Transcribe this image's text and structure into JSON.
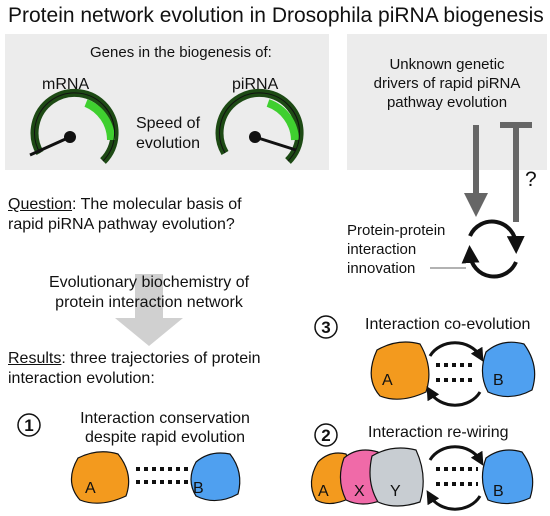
{
  "title": "Protein network evolution in Drosophila piRNA biogenesis",
  "gene_panel": {
    "heading": "Genes in the biogenesis of:",
    "gauge_left_label": "mRNA",
    "gauge_right_label": "piRNA",
    "speed_line1": "Speed of",
    "speed_line2": "evolution"
  },
  "drivers_panel": {
    "line1": "Unknown genetic",
    "line2": "drivers of rapid piRNA",
    "line3": "pathway evolution",
    "question_mark": "?"
  },
  "innovation": {
    "line1": "Protein-protein",
    "line2": "interaction",
    "line3": "innovation"
  },
  "question": {
    "label": "Question",
    "rest": ": The molecular basis of",
    "line2": "rapid piRNA pathway evolution?"
  },
  "approach": {
    "line1": "Evolutionary biochemistry of",
    "line2": "protein interaction network"
  },
  "results": {
    "label": "Results",
    "rest": ": three trajectories of protein",
    "line2": "interaction evolution:"
  },
  "trajectories": [
    {
      "number": "1",
      "title_line1": "Interaction conservation",
      "title_line2": "despite rapid evolution",
      "proteins": [
        "A",
        "B"
      ]
    },
    {
      "number": "3",
      "title_line1": "Interaction co-evolution",
      "proteins": [
        "A",
        "B"
      ]
    },
    {
      "number": "2",
      "title_line1": "Interaction re-wiring",
      "proteins": [
        "A",
        "X",
        "Y",
        "B"
      ]
    }
  ],
  "colors": {
    "orange": "#f39a1e",
    "blue": "#4fa0f0",
    "pink": "#f06aa8",
    "grey_protein": "#c8cdd2",
    "panel": "#ececec",
    "arrow_grey": "#666666",
    "big_arrow": "#d0d0d0",
    "gauge_green": "#3fcf2f"
  }
}
